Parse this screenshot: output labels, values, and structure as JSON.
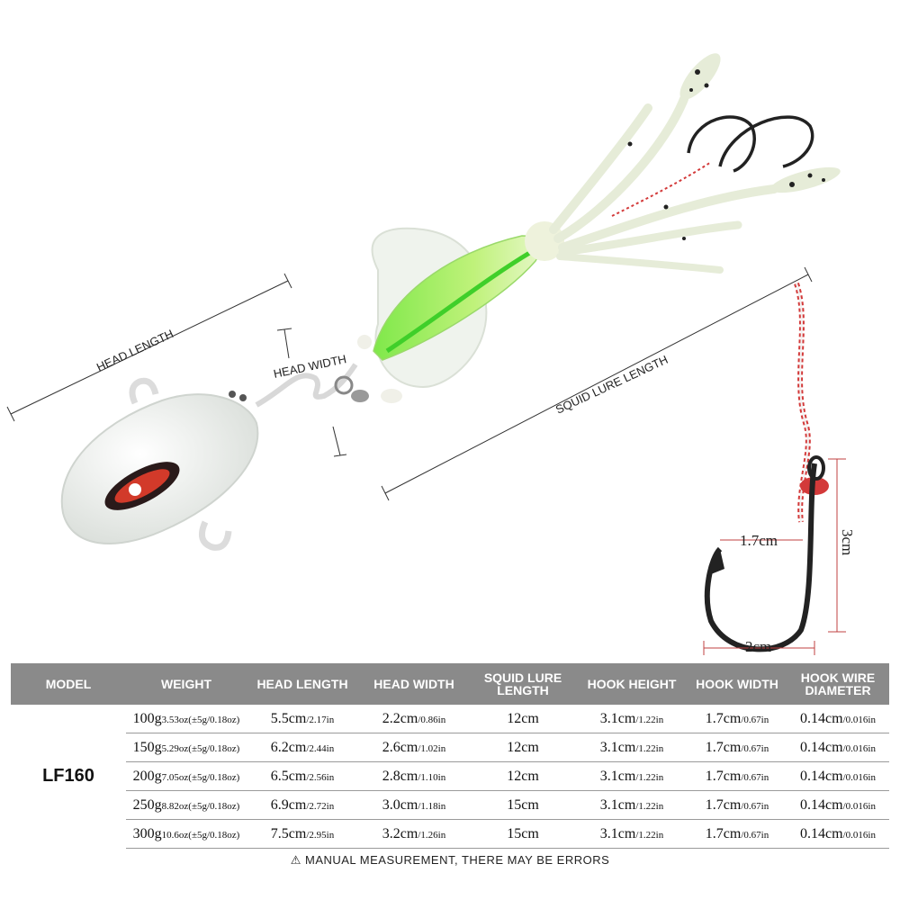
{
  "labels": {
    "head_length": "HEAD LENGTH",
    "head_width": "HEAD WIDTH",
    "squid_lure_length": "SQUID LURE  LENGTH",
    "hook_width": "1.7cm",
    "hook_height": "3cm",
    "hook_gap": "2cm"
  },
  "table": {
    "headers": [
      "MODEL",
      "WEIGHT",
      "HEAD LENGTH",
      "HEAD WIDTH",
      "SQUID LURE LENGTH",
      "HOOK HEIGHT",
      "HOOK WIDTH",
      "HOOK WIRE DIAMETER"
    ],
    "model": "LF160",
    "rows": [
      {
        "weight": "100g",
        "weight_sub": "3.53oz(±5g/0.18oz)",
        "head_length": "5.5cm",
        "head_length_sub": "/2.17in",
        "head_width": "2.2cm",
        "head_width_sub": "/0.86in",
        "squid": "12cm",
        "hook_height": "3.1cm",
        "hook_height_sub": "/1.22in",
        "hook_width": "1.7cm",
        "hook_width_sub": "/0.67in",
        "wire": "0.14cm",
        "wire_sub": "/0.016in"
      },
      {
        "weight": "150g",
        "weight_sub": "5.29oz(±5g/0.18oz)",
        "head_length": "6.2cm",
        "head_length_sub": "/2.44in",
        "head_width": "2.6cm",
        "head_width_sub": "/1.02in",
        "squid": "12cm",
        "hook_height": "3.1cm",
        "hook_height_sub": "/1.22in",
        "hook_width": "1.7cm",
        "hook_width_sub": "/0.67in",
        "wire": "0.14cm",
        "wire_sub": "/0.016in"
      },
      {
        "weight": "200g",
        "weight_sub": "7.05oz(±5g/0.18oz)",
        "head_length": "6.5cm",
        "head_length_sub": "/2.56in",
        "head_width": "2.8cm",
        "head_width_sub": "/1.10in",
        "squid": "12cm",
        "hook_height": "3.1cm",
        "hook_height_sub": "/1.22in",
        "hook_width": "1.7cm",
        "hook_width_sub": "/0.67in",
        "wire": "0.14cm",
        "wire_sub": "/0.016in"
      },
      {
        "weight": "250g",
        "weight_sub": "8.82oz(±5g/0.18oz)",
        "head_length": "6.9cm",
        "head_length_sub": "/2.72in",
        "head_width": "3.0cm",
        "head_width_sub": "/1.18in",
        "squid": "15cm",
        "hook_height": "3.1cm",
        "hook_height_sub": "/1.22in",
        "hook_width": "1.7cm",
        "hook_width_sub": "/0.67in",
        "wire": "0.14cm",
        "wire_sub": "/0.016in"
      },
      {
        "weight": "300g",
        "weight_sub": "10.6oz(±5g/0.18oz)",
        "head_length": "7.5cm",
        "head_length_sub": "/2.95in",
        "head_width": "3.2cm",
        "head_width_sub": "/1.26in",
        "squid": "15cm",
        "hook_height": "3.1cm",
        "hook_height_sub": "/1.22in",
        "hook_width": "1.7cm",
        "hook_width_sub": "/0.67in",
        "wire": "0.14cm",
        "wire_sub": "/0.016in"
      }
    ]
  },
  "footnote": {
    "icon": "warning-icon",
    "text": "MANUAL MEASUREMENT, THERE MAY BE ERRORS"
  },
  "colors": {
    "header_bg": "#8a8a8a",
    "lure_green": "#6fe63a",
    "glow_white": "#eef2ec",
    "line_red": "#d33a3a"
  }
}
